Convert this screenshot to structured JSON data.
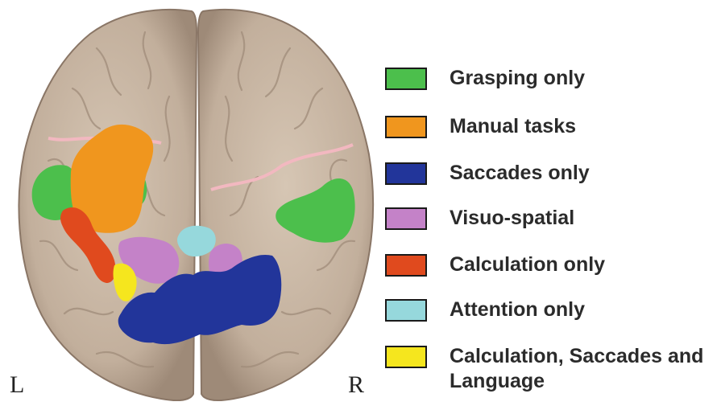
{
  "side_labels": {
    "left": "L",
    "right": "R"
  },
  "legend": [
    {
      "label": "Grasping only",
      "color": "#4cbf4c"
    },
    {
      "label": "Manual tasks",
      "color": "#f0961e"
    },
    {
      "label": "Saccades only",
      "color": "#22359a"
    },
    {
      "label": "Visuo-spatial",
      "color": "#c482c8"
    },
    {
      "label": "Calculation only",
      "color": "#e04a1e"
    },
    {
      "label": "Attention only",
      "color": "#96d8dc"
    },
    {
      "label": "Calculation, Saccades and Language",
      "color": "#f5e61e"
    }
  ],
  "colors": {
    "cortex": "#c9b8a6",
    "cortex_dark": "#9a8676",
    "sulcus_line": "#f2b8c0"
  }
}
